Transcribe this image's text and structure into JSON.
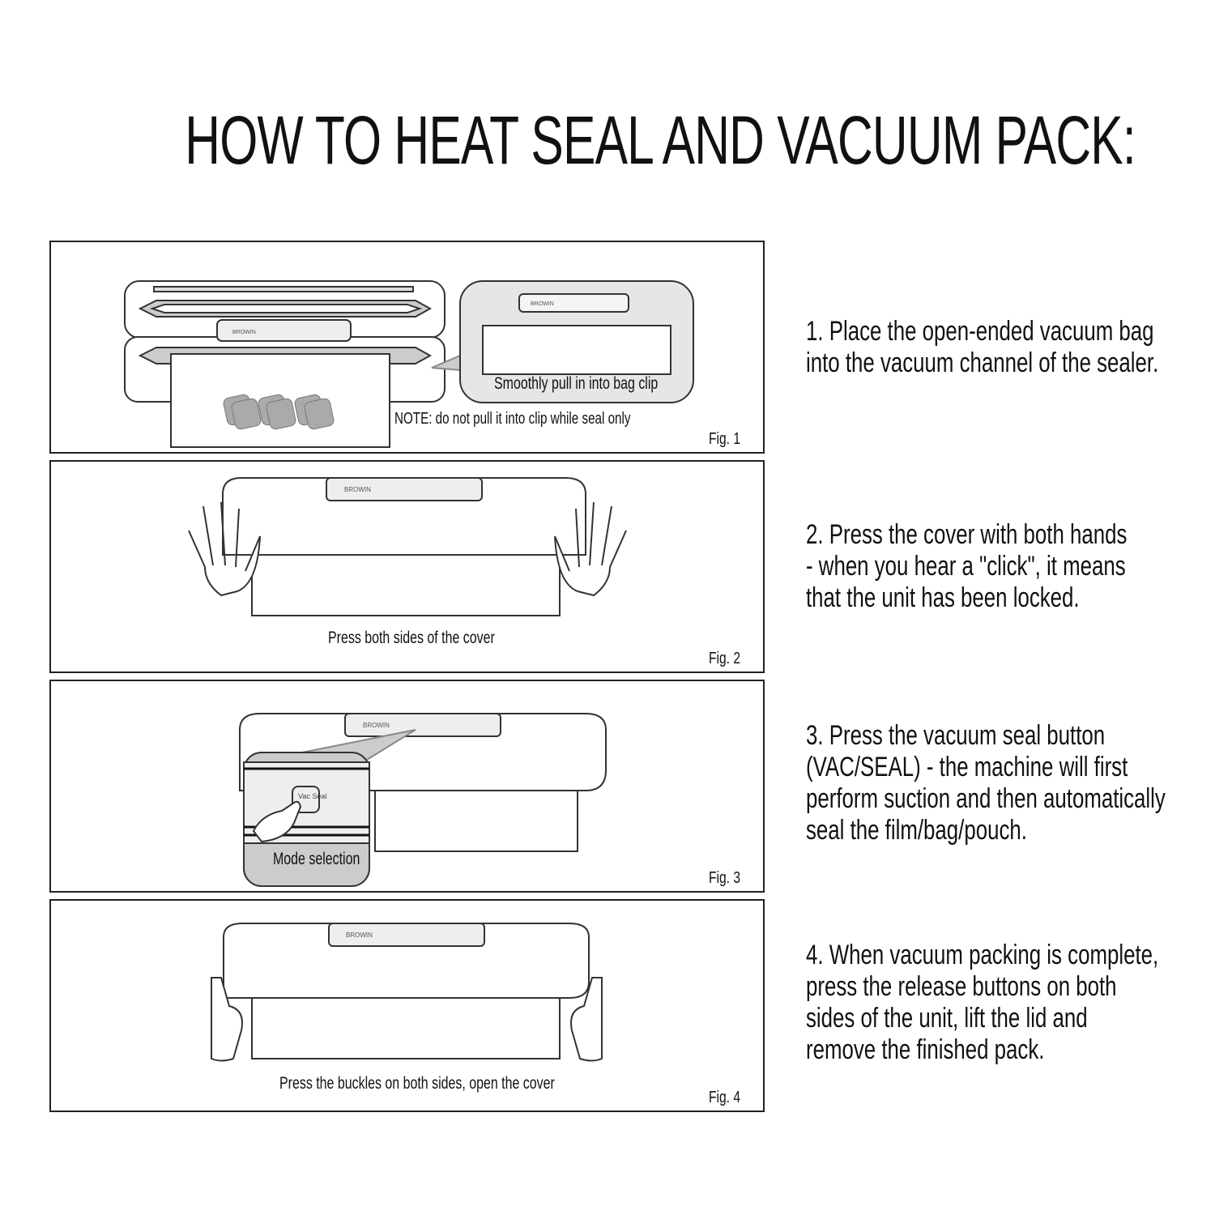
{
  "title": "HOW TO HEAT SEAL AND VACUUM PACK:",
  "brand": "BROWIN",
  "panels": [
    {
      "fig": "Fig. 1",
      "callout": "Smoothly pull in into bag clip",
      "note": "NOTE: do not pull it into clip while seal only"
    },
    {
      "fig": "Fig. 2",
      "caption": "Press both sides of the cover"
    },
    {
      "fig": "Fig. 3",
      "callout": "Mode selection",
      "button": "Vac Seal"
    },
    {
      "fig": "Fig. 4",
      "caption": "Press the buckles on both sides, open the cover"
    }
  ],
  "steps": [
    {
      "lines": [
        "1. Place the open-ended vacuum bag",
        "into the vacuum channel of the sealer."
      ]
    },
    {
      "lines": [
        "2. Press the cover with both hands",
        "- when you hear a \"click\", it means",
        "that the unit has been locked."
      ]
    },
    {
      "lines": [
        "3. Press the vacuum seal button",
        "(VAC/SEAL) - the machine will first",
        "perform suction and then automatically",
        "seal the film/bag/pouch."
      ]
    },
    {
      "lines": [
        "4. When vacuum packing is complete,",
        "press the release buttons on both",
        "sides of the unit, lift the lid and",
        "remove the finished pack."
      ]
    }
  ]
}
